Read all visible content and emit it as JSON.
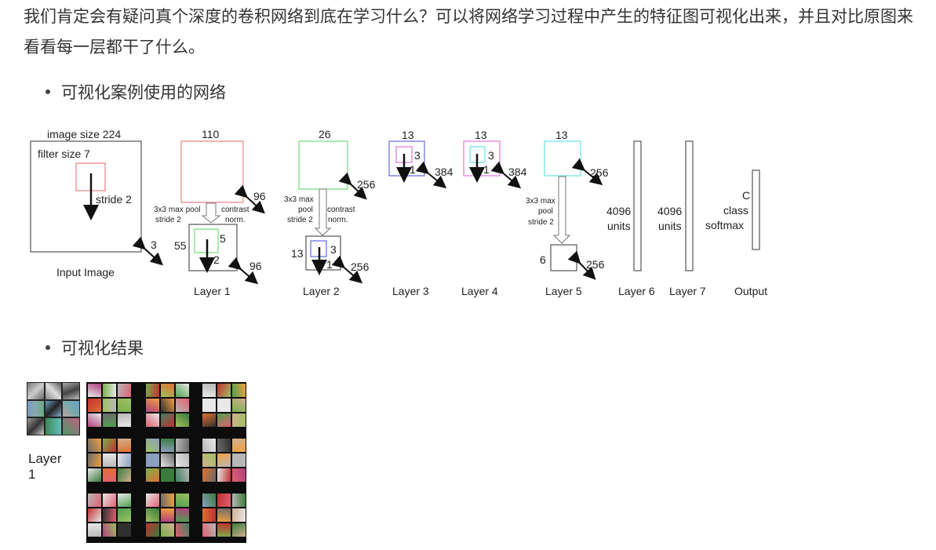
{
  "intro": "我们肯定会有疑问真个深度的卷积网络到底在学习什么？可以将网络学习过程中产生的特征图可视化出来，并且对比原图来看看每一层都干了什么。",
  "bullets": [
    "可视化案例使用的网络",
    "可视化结果"
  ],
  "net": {
    "input_size": "image size 224",
    "filter_size": "filter size 7",
    "stride": "stride 2",
    "input_depth": "3",
    "input_label": "Input Image",
    "l1_top": "110",
    "l1_depth": "96",
    "l1_pool": "3x3 max pool",
    "l1_pool2": "stride 2",
    "l1_contrast": "contrast",
    "l1_norm": "norm.",
    "l1_55": "55",
    "l1_5": "5",
    "l1_2": "2",
    "l1_96b": "96",
    "l1_label": "Layer 1",
    "l2_top": "26",
    "l2_depth": "256",
    "l2_pool_a": "3x3 max",
    "l2_pool_b": "pool",
    "l2_pool_c": "stride 2",
    "l2_contrast": "contrast",
    "l2_norm": "norm.",
    "l2_13": "13",
    "l2_3": "3",
    "l2_1": "1",
    "l2_256b": "256",
    "l2_label": "Layer 2",
    "l3_top": "13",
    "l3_3": "3",
    "l3_1": "1",
    "l3_depth": "384",
    "l3_label": "Layer 3",
    "l4_top": "13",
    "l4_3": "3",
    "l4_1": "1",
    "l4_depth": "384",
    "l4_label": "Layer 4",
    "l5_top": "13",
    "l5_depth": "256",
    "l5_pool_a": "3x3 max",
    "l5_pool_b": "pool",
    "l5_pool_c": "stride 2",
    "l5_6": "6",
    "l5_256b": "256",
    "l5_label": "Layer 5",
    "l6_units_a": "4096",
    "l6_units_b": "units",
    "l6_label": "Layer 6",
    "l7_units_a": "4096",
    "l7_units_b": "units",
    "l7_label": "Layer 7",
    "out_c": "C",
    "out_class": "class",
    "out_softmax": "softmax",
    "out_label": "Output"
  },
  "vis_label": "Layer 1",
  "colors": {
    "red": "#f08a8a",
    "green": "#7fe07f",
    "blue": "#6f72e8",
    "magenta": "#e07fe0",
    "cyan": "#6fe8e8"
  }
}
